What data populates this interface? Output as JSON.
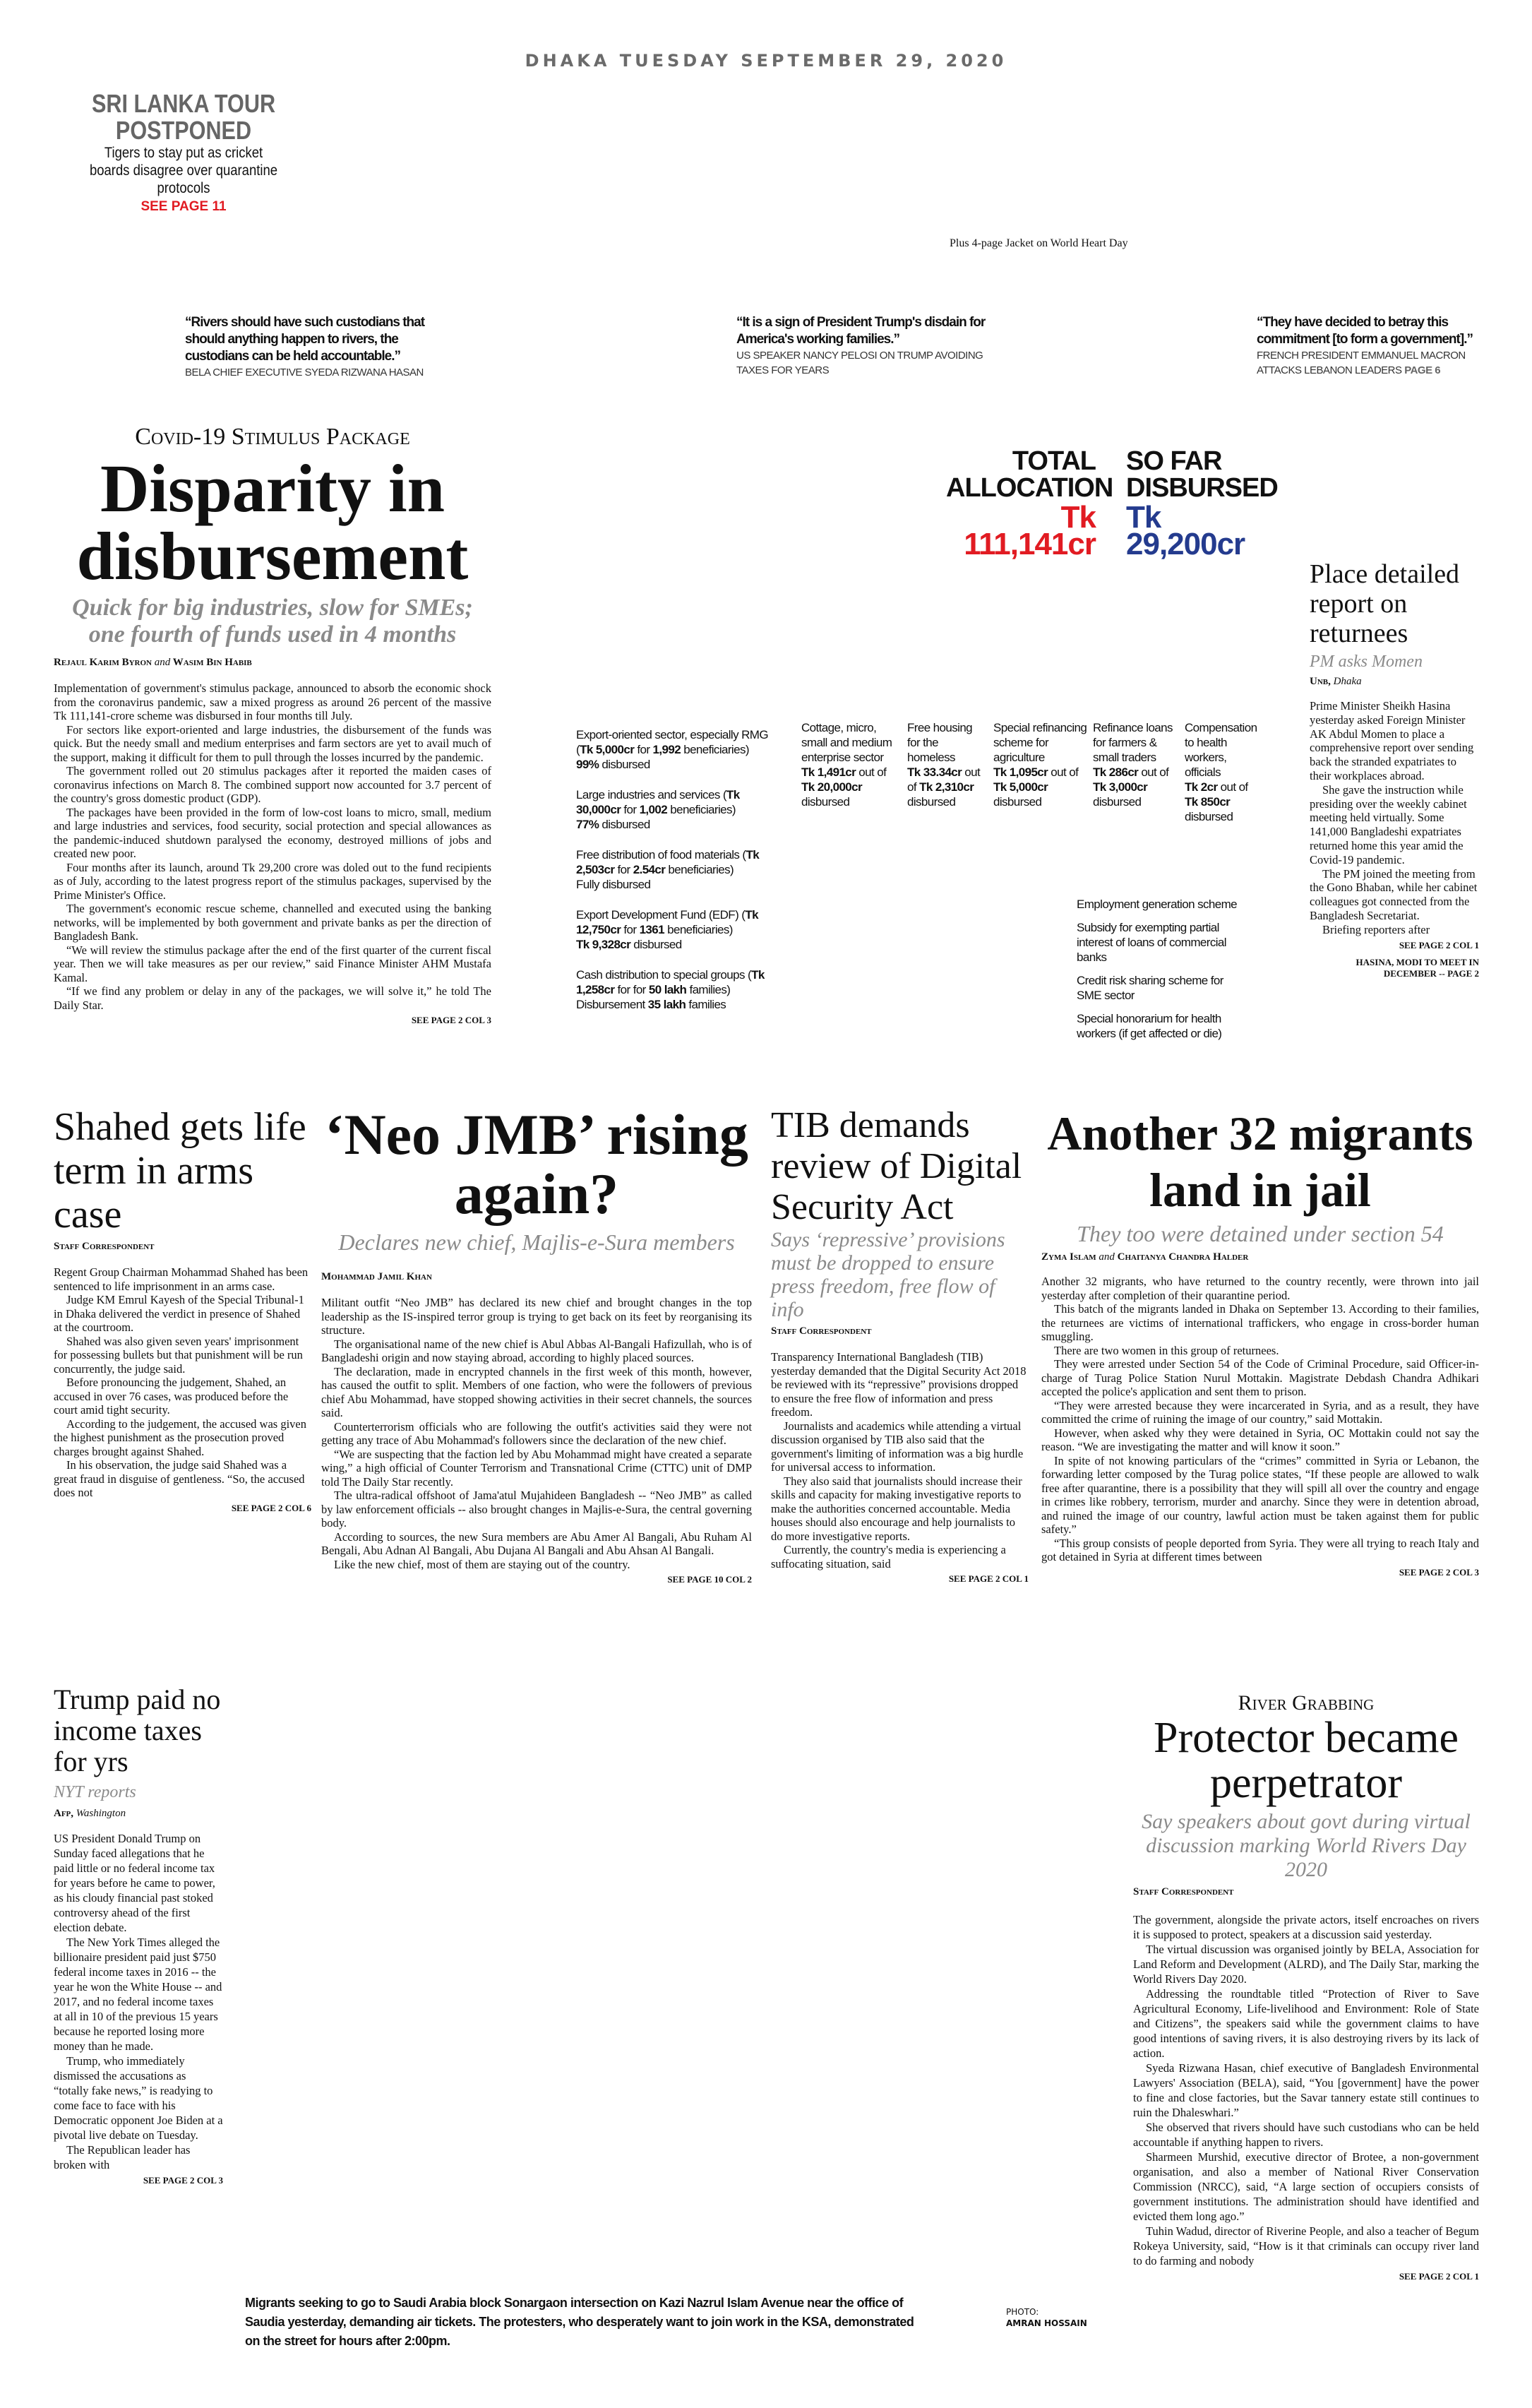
{
  "masthead": {
    "date": "DHAKA TUESDAY SEPTEMBER 29, 2020",
    "jacket": "Plus 4-page Jacket on World Heart Day"
  },
  "promo": {
    "title": "SRI LANKA TOUR POSTPONED",
    "sub": "Tigers to stay put as cricket boards disagree over quarantine protocols",
    "ref": "SEE PAGE 11"
  },
  "quotes": [
    {
      "text": "“Rivers should have such custodians that should anything happen to rivers, the custodians can be held accountable.”",
      "attr": "BELA CHIEF EXECUTIVE SYEDA RIZWANA HASAN",
      "ref": ""
    },
    {
      "text": "“It is a sign of President Trump's disdain for America's working families.”",
      "attr": "US SPEAKER NANCY PELOSI ON TRUMP AVOIDING TAXES FOR YEARS",
      "ref": ""
    },
    {
      "text": "“They have decided to betray this commitment [to form a government].”",
      "attr": "FRENCH PRESIDENT EMMANUEL MACRON ATTACKS LEBANON LEADERS",
      "ref": "PAGE 6"
    }
  ],
  "lead": {
    "kicker": "Covid-19 Stimulus Package",
    "headline": "Disparity in disbursement",
    "sub": "Quick for big industries, slow for SMEs; one fourth of funds used in 4 months",
    "byline_a": "Rejaul Karim Byron",
    "byline_and": "and",
    "byline_b": "Wasim Bin Habib",
    "paragraphs": [
      "Implementation of government's stimulus package, announced to absorb the economic shock from the coronavirus pandemic, saw a mixed progress as around 26 percent of the massive Tk 111,141-crore scheme was disbursed in four months till July.",
      "For sectors like export-oriented and large industries, the disbursement of the funds was quick. But the needy small and medium enterprises and farm sectors are yet to avail much of the support, making it difficult for them to pull through the losses incurred by the pandemic.",
      "The government rolled out 20 stimulus packages after it reported the maiden cases of coronavirus infections on March 8. The combined support now accounted for 3.7 percent of the country's gross domestic product (GDP).",
      "The packages have been provided in the form of low-cost loans to micro, small, medium and large industries and services, food security, social protection and special allowances as the pandemic-induced shutdown paralysed the economy, destroyed millions of jobs and created new poor.",
      "Four months after its launch, around Tk 29,200 crore was doled out to the fund recipients as of July, according to the latest progress report of the stimulus packages, supervised by the Prime Minister's Office.",
      "The government's economic rescue scheme, channelled and executed using the banking networks, will be implemented by both government and private banks as per the direction of Bangladesh Bank.",
      "“We will review the stimulus package after the end of the first quarter of the current fiscal year. Then we will take measures as per our review,” said Finance Minister AHM Mustafa Kamal.",
      "“If we find any problem or delay in any of the packages, we will solve it,” he told The Daily Star."
    ],
    "see": "SEE PAGE 2 COL 3"
  },
  "graphic": {
    "total_label": "TOTAL ALLOCATION",
    "total_value": "Tk 111,141cr",
    "disbursed_label": "SO FAR DISBURSED",
    "disbursed_value": "Tk 29,200cr",
    "colors": {
      "total": "#e11b22",
      "disbursed": "#243b8e"
    },
    "left_items": [
      {
        "l1": "Export-oriented sector, especially RMG (",
        "b1": "Tk 5,000cr",
        "l2": " for ",
        "b2": "1,992",
        "l3": " beneficiaries)",
        "b3": "99%",
        "l4": " disbursed"
      },
      {
        "l1": "Large industries and services (",
        "b1": "Tk 30,000cr",
        "l2": " for ",
        "b2": "1,002",
        "l3": " beneficiaries)",
        "b3": "77%",
        "l4": " disbursed"
      },
      {
        "l1": "Free distribution of food materials (",
        "b1": "Tk 2,503cr",
        "l2": " for ",
        "b2": "2.54cr",
        "l3": " beneficiaries)",
        "b3": "",
        "l4": "Fully disbursed"
      },
      {
        "l1": "Export Development Fund (EDF) (",
        "b1": "Tk 12,750cr",
        "l2": " for ",
        "b2": "1361",
        "l3": " beneficiaries)",
        "b3": "Tk 9,328cr",
        "l4": " disbursed"
      },
      {
        "l1": "Cash distribution to special groups (",
        "b1": "Tk 1,258cr",
        "l2": " for for ",
        "b2": "50 lakh",
        "l3": " families)",
        "b3": "35 lakh",
        "l4": " families",
        "pre": "Disbursement "
      }
    ],
    "col_items": [
      {
        "label": "Cottage, micro, small and medium enterprise sector",
        "got": "Tk 1,491cr",
        "of": "Tk 20,000cr",
        "out": " out of ",
        "end": "disbursed"
      },
      {
        "label": "Free housing for the homeless",
        "got": "Tk 33.34cr",
        "of": "Tk 2,310cr",
        "out": " out of ",
        "end": "disbursed"
      },
      {
        "label": "Special refinancing scheme for agriculture",
        "got": "Tk 1,095cr",
        "of": "Tk 5,000cr",
        "out": " out of ",
        "end": "disbursed"
      },
      {
        "label": "Refinance loans for farmers & small traders",
        "got": "Tk 286cr",
        "of": "Tk 3,000cr",
        "out": " out of ",
        "end": "disbursed"
      },
      {
        "label": "Compensation to health workers, officials",
        "got": "Tk 2cr",
        "of": "Tk 850cr",
        "out": " out of ",
        "end": "disbursed"
      }
    ],
    "other_items": [
      "Employment generation scheme",
      "Subsidy for exempting partial interest of loans of commercial banks",
      "Credit risk sharing scheme for SME sector",
      "Special honorarium for health workers (if get affected or die)"
    ]
  },
  "returnees": {
    "headline": "Place detailed report on returnees",
    "sub": "PM asks Momen",
    "byline": "Unb,",
    "place": "Dhaka",
    "paragraphs": [
      "Prime Minister Sheikh Hasina yesterday asked Foreign Minister AK Abdul Momen to place a comprehensive report over sending back the stranded expatriates to their workplaces abroad.",
      "She gave the instruction while presiding over the weekly cabinet meeting held virtually. Some 141,000 Bangladeshi expatriates returned home this year amid the Covid-19 pandemic.",
      "The PM joined the meeting from the Gono Bhaban, while her cabinet colleagues got connected from the Bangladesh Secretariat.",
      "Briefing reporters after"
    ],
    "see": "SEE PAGE 2 COL 1",
    "teaser": "HASINA, MODI TO MEET IN DECEMBER -- PAGE 2"
  },
  "shahed": {
    "headline": "Shahed gets life term in arms case",
    "byline": "Staff Correspondent",
    "paragraphs": [
      "Regent Group Chairman Mohammad Shahed has been sentenced to life imprisonment in an arms case.",
      "Judge KM Emrul Kayesh of the Special Tribunal-1 in Dhaka delivered the verdict in presence of Shahed at the courtroom.",
      "Shahed was also given seven years' imprisonment for possessing bullets but that punishment will be run concurrently, the judge said.",
      "Before pronouncing the judgement, Shahed, an accused in over 76 cases, was produced before the court amid tight security.",
      "According to the judgement, the accused was given the highest punishment as the prosecution proved charges brought against Shahed.",
      "In his observation, the judge said Shahed was a great fraud in disguise of gentleness. “So, the accused does not"
    ],
    "see": "SEE PAGE 2 COL 6"
  },
  "jmb": {
    "headline": "‘Neo JMB’ rising again?",
    "sub": "Declares new chief, Majlis-e-Sura members",
    "byline": "Mohammad Jamil Khan",
    "paragraphs": [
      "Militant outfit “Neo JMB” has declared its new chief and brought changes in the top leadership as the IS-inspired terror group is trying to get back on its feet by reorganising its structure.",
      "The organisational name of the new chief is Abul Abbas Al-Bangali Hafizullah, who is of Bangladeshi origin and now staying abroad, according to highly placed sources.",
      "The declaration, made in encrypted channels in the first week of this month, however, has caused the outfit to split. Members of one faction, who were the followers of previous chief Abu Mohammad, have stopped showing activities in their secret channels, the sources said.",
      "Counterterrorism officials who are following the outfit's activities said they were not getting any trace of Abu Mohammad's followers since the declaration of the new chief.",
      "“We are suspecting that the faction led by Abu Mohammad might have created a separate wing,” a high official of Counter Terrorism and Transnational Crime (CTTC) unit of DMP told The Daily Star recently.",
      "The ultra-radical offshoot of Jama'atul Mujahideen Bangladesh -- “Neo JMB” as called by law enforcement officials -- also brought changes in Majlis-e-Sura, the central governing body.",
      "According to sources, the new Sura members are Abu Amer Al Bangali, Abu Ruham Al Bengali, Abu Adnan Al Bangali, Abu Dujana Al Bangali and Abu Ahsan Al Bangali.",
      "Like the new chief, most of them are staying out of the country."
    ],
    "see": "SEE PAGE 10 COL 2"
  },
  "tib": {
    "headline": "TIB demands review of Digital Security Act",
    "sub": "Says ‘repressive’ provisions must be dropped to ensure press freedom, free flow of info",
    "byline": "Staff Correspondent",
    "paragraphs": [
      "Transparency International Bangladesh (TIB) yesterday demanded that the Digital Security Act 2018 be reviewed with its “repressive” provisions dropped to ensure the free flow of information and press freedom.",
      "Journalists and academics while attending a virtual discussion organised by TIB also said that the government's limiting of information was a big hurdle for universal access to information.",
      "They also said that journalists should increase their skills and capacity for making investigative reports to make the authorities concerned accountable. Media houses should also encourage and help journalists to do more investigative reports.",
      "Currently, the country's media is experiencing a suffocating situation, said"
    ],
    "see": "SEE PAGE 2 COL 1"
  },
  "migrants": {
    "headline": "Another 32 migrants land in jail",
    "sub": "They too were detained under section 54",
    "byline_a": "Zyma Islam",
    "byline_and": "and",
    "byline_b": "Chaitanya Chandra Halder",
    "paragraphs": [
      "Another 32 migrants, who have returned to the country recently, were thrown into jail yesterday after completion of their quarantine period.",
      "This batch of the migrants landed in Dhaka on September 13. According to their families, the returnees are victims of international traffickers, who engage in cross-border human smuggling.",
      "There are two women in this group of returnees.",
      "They were arrested under Section 54 of the Code of Criminal Procedure, said Officer-in-charge of Turag Police Station Nurul Mottakin. Magistrate Debdash Chandra Adhikari accepted the police's application and sent them to prison.",
      "“They were arrested because they were incarcerated in Syria, and as a result, they have committed the crime of ruining the image of our country,” said Mottakin.",
      "However, when asked why they were detained in Syria, OC Mottakin could not say the reason. “We are investigating the matter and will know it soon.”",
      "In spite of not knowing particulars of the “crimes” committed in Syria or Lebanon, the forwarding letter composed by the Turag police states, “If these people are allowed to walk free after quarantine, there is a possibility that they will spill all over the country and engage in crimes like robbery, terrorism, murder and anarchy. Since they were in detention abroad, and ruined the image of our country, lawful action must be taken against them for public safety.”",
      "“This group consists of people deported from Syria. They were all trying to reach Italy and got detained in Syria at different times between"
    ],
    "see": "SEE PAGE 2 COL 3"
  },
  "trump": {
    "headline": "Trump paid no income taxes for yrs",
    "sub": "NYT reports",
    "byline": "Afp,",
    "place": "Washington",
    "paragraphs": [
      "US President Donald Trump on Sunday faced allegations that he paid little or no federal income tax for years before he came to power, as his cloudy financial past stoked controversy ahead of the first election debate.",
      "The New York Times alleged the billionaire president paid just $750 federal income taxes in 2016 -- the year he won the White House -- and 2017, and no federal income taxes at all in 10 of the previous 15 years because he reported losing more money than he made.",
      "Trump, who immediately dismissed the accusations as “totally fake news,” is readying to come face to face with his Democratic opponent Joe Biden at a pivotal live debate on Tuesday.",
      "The Republican leader has broken with"
    ],
    "see": "SEE PAGE 2 COL 3"
  },
  "river": {
    "kicker": "River Grabbing",
    "headline": "Protector became perpetrator",
    "sub": "Say speakers about govt during virtual discussion marking World Rivers Day 2020",
    "byline": "Staff Correspondent",
    "paragraphs": [
      "The government, alongside the private actors, itself encroaches on rivers it is supposed to protect, speakers at a discussion said yesterday.",
      "The virtual discussion was organised jointly by BELA, Association for Land Reform and Development (ALRD), and The Daily Star, marking the World Rivers Day 2020.",
      "Addressing the roundtable titled “Protection of River to Save Agricultural Economy, Life-livelihood and Environment: Role of State and Citizens”, the speakers said while the government claims to have good intentions of saving rivers, it is also destroying rivers by its lack of action.",
      "Syeda Rizwana Hasan, chief executive of Bangladesh Environmental Lawyers' Association (BELA), said, “You [government] have the power to fine and close factories, but the Savar tannery estate still continues to ruin the Dhaleswhari.”",
      "She observed that rivers should have such custodians who can be held accountable if anything happen to rivers.",
      "Sharmeen Murshid, executive director of Brotee, a non-government organisation, and also a member of National River Conservation Commission (NRCC), said, “A large section of occupiers consists of government institutions. The administration should have identified and evicted them long ago.”",
      "Tuhin Wadud, director of Riverine People, and also a teacher of Begum Rokeya University, said, “How is it that criminals can occupy river land to do farming and nobody"
    ],
    "see": "SEE PAGE 2 COL 1"
  },
  "photo": {
    "caption": "Migrants seeking to go to Saudi Arabia block Sonargaon intersection on Kazi Nazrul Islam Avenue near the office of Saudia yesterday, demanding air tickets. The protesters, who desperately want to join work in the KSA, demonstrated on the street for hours after 2:00pm.",
    "credit_label": "PHOTO:",
    "credit_name": "AMRAN HOSSAIN"
  }
}
